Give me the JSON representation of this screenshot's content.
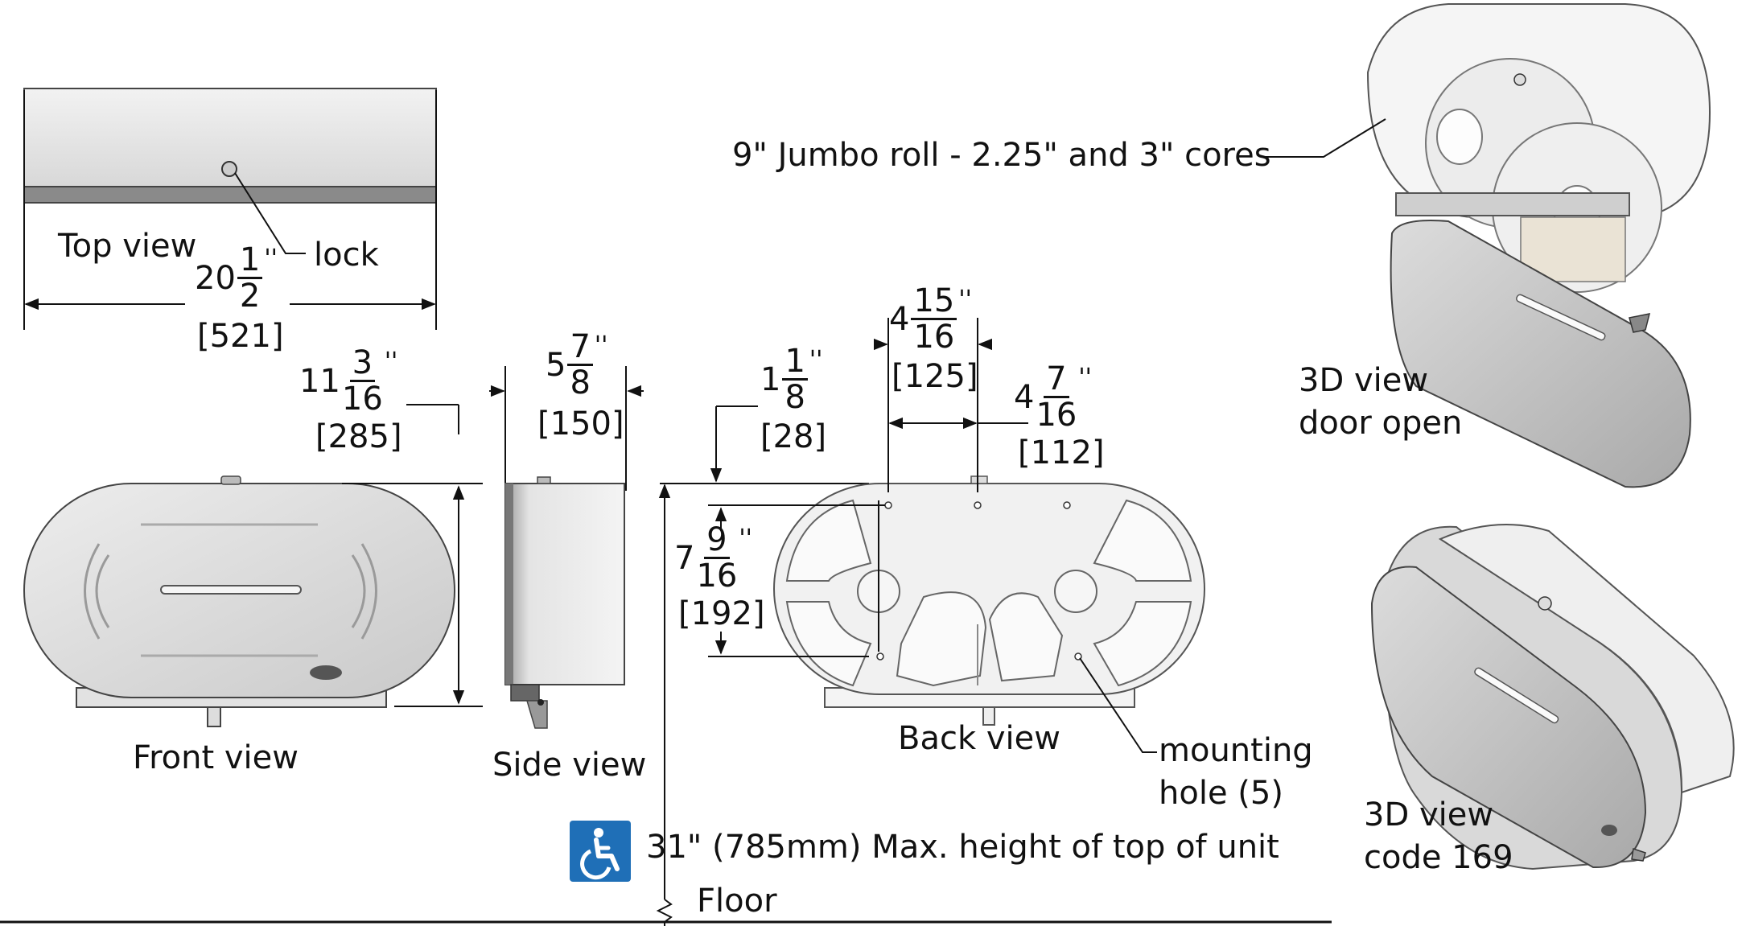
{
  "views": {
    "top": "Top view",
    "front": "Front view",
    "side": "Side view",
    "back": "Back view",
    "door_open": [
      "3D view",
      "door open"
    ],
    "code": [
      "3D view",
      "code 169"
    ]
  },
  "callouts": {
    "lock": "lock",
    "jumbo": "9\" Jumbo roll - 2.25\" and 3\" cores",
    "mounting": [
      "mounting",
      "hole (5)"
    ],
    "max_height": "31\" (785mm) Max. height of top of unit",
    "floor": "Floor"
  },
  "dimensions": {
    "width": {
      "whole": "20",
      "num": "1",
      "den": "2",
      "mm": "[521]"
    },
    "height": {
      "whole": "11",
      "num": "3",
      "den": "16",
      "mm": "[285]"
    },
    "depth": {
      "whole": "5",
      "num": "7",
      "den": "8",
      "mm": "[150]"
    },
    "top_offset": {
      "whole": "1",
      "num": "1",
      "den": "8",
      "mm": "[28]"
    },
    "hole_x1": {
      "whole": "4",
      "num": "15",
      "den": "16",
      "mm": "[125]"
    },
    "hole_x2": {
      "whole": "4",
      "num": "7",
      "den": "16",
      "mm": "[112]"
    },
    "hole_y": {
      "whole": "7",
      "num": "9",
      "den": "16",
      "mm": "[192]"
    }
  },
  "icons": {
    "accessibility": "wheelchair-icon",
    "accent": "#1f6fb7"
  }
}
